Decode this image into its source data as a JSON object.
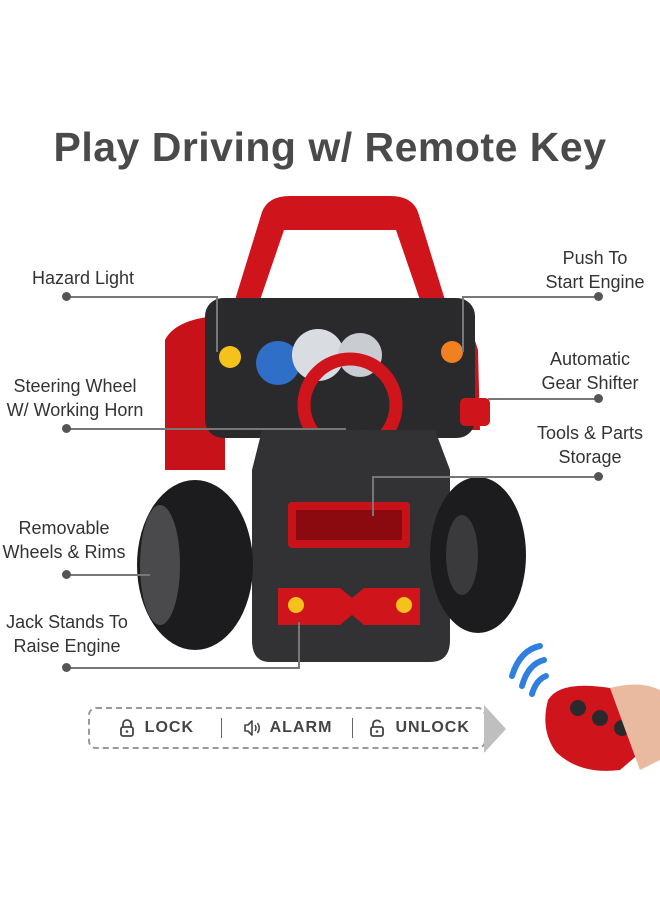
{
  "title": "Play Driving w/ Remote Key",
  "labels": {
    "hazard": "Hazard Light",
    "push_line1": "Push To",
    "push_line2": "Start Engine",
    "gear_line1": "Automatic",
    "gear_line2": "Gear Shifter",
    "steer_line1": "Steering Wheel",
    "steer_line2": "W/ Working Horn",
    "tools_line1": "Tools & Parts",
    "tools_line2": "Storage",
    "wheels_line1": "Removable",
    "wheels_line2": "Wheels & Rims",
    "jack_line1": "Jack Stands To",
    "jack_line2": "Raise Engine"
  },
  "remote_bar": {
    "lock": "LOCK",
    "alarm": "ALARM",
    "unlock": "UNLOCK"
  },
  "colors": {
    "toy_red": "#d0141b",
    "toy_black": "#2a2a2c",
    "wifi_blue": "#2f7fe0"
  }
}
